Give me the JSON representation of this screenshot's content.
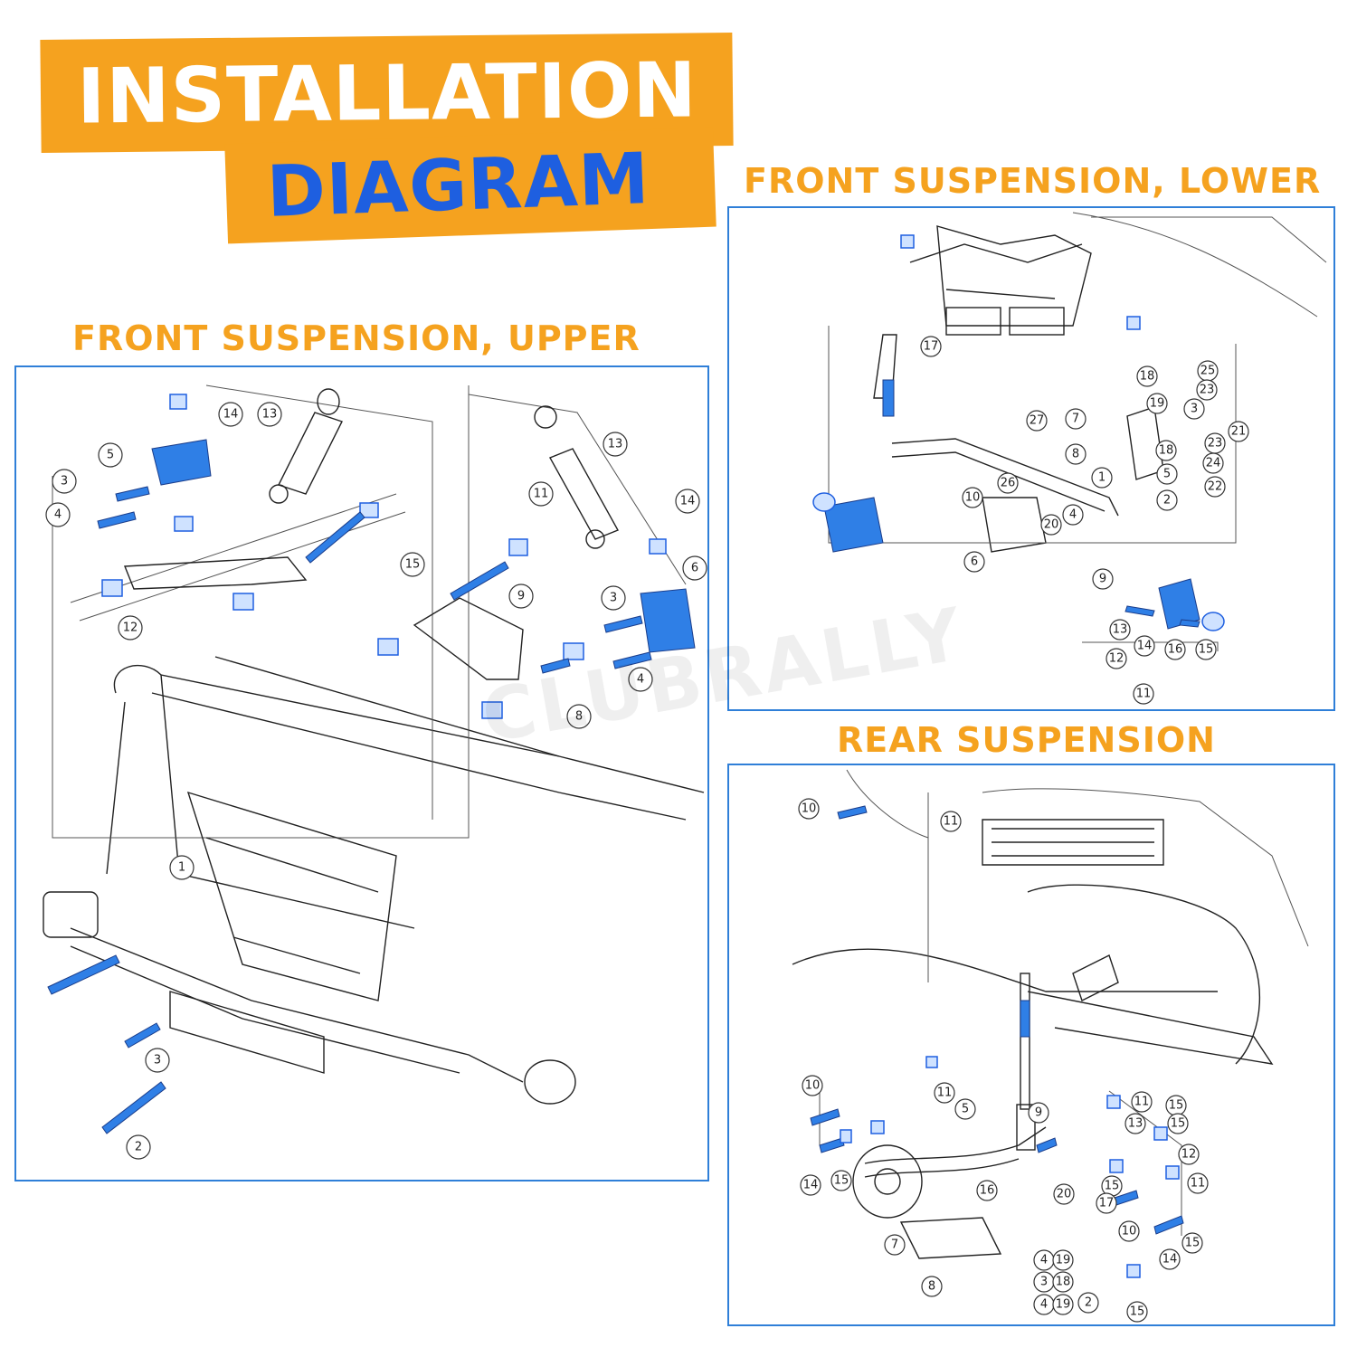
{
  "banner": {
    "line1": "INSTALLATION",
    "line2": "DIAGRAM"
  },
  "headings": {
    "upper": "FRONT SUSPENSION, UPPER",
    "lower": "FRONT SUSPENSION, LOWER",
    "rear": "REAR SUSPENSION"
  },
  "watermark": "CLUBRALLY",
  "colors": {
    "accent_orange": "#f5a21f",
    "accent_blue": "#1e5fe0",
    "panel_border": "#2f7fd8",
    "part_blue": "#2f7fe6"
  },
  "callouts": {
    "upper": [
      "14",
      "13",
      "5",
      "3",
      "4",
      "13",
      "11",
      "14",
      "15",
      "9",
      "6",
      "3",
      "12",
      "4",
      "8",
      "1",
      "3",
      "2"
    ],
    "lower": [
      "17",
      "25",
      "18",
      "23",
      "19",
      "3",
      "21",
      "27",
      "7",
      "8",
      "23",
      "18",
      "24",
      "5",
      "22",
      "26",
      "1",
      "2",
      "10",
      "20",
      "4",
      "9",
      "6",
      "13",
      "14",
      "16",
      "15",
      "12",
      "11"
    ],
    "rear": [
      "10",
      "11",
      "10",
      "11",
      "5",
      "9",
      "11",
      "15",
      "13",
      "15",
      "20",
      "12",
      "14",
      "15",
      "16",
      "15",
      "11",
      "17",
      "10",
      "7",
      "4",
      "19",
      "3",
      "18",
      "8",
      "15",
      "14",
      "4",
      "19",
      "2",
      "15"
    ]
  }
}
